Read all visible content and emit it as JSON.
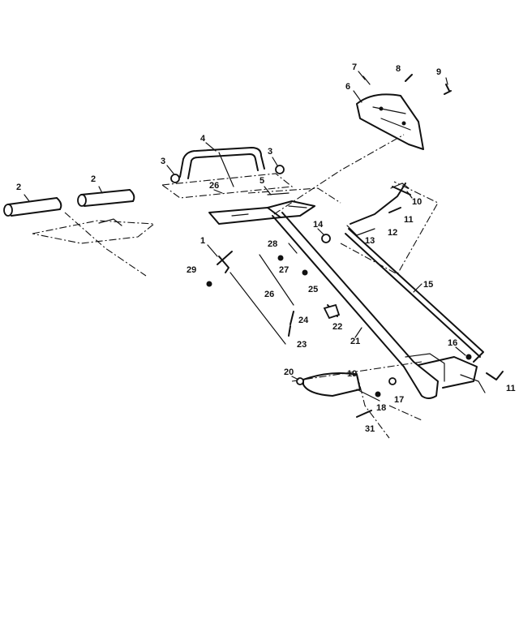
{
  "callouts": [
    {
      "id": "c1",
      "text": "1"
    },
    {
      "id": "c2a",
      "text": "2"
    },
    {
      "id": "c2b",
      "text": "2"
    },
    {
      "id": "c3a",
      "text": "3"
    },
    {
      "id": "c3b",
      "text": "3"
    },
    {
      "id": "c4",
      "text": "4"
    },
    {
      "id": "c5",
      "text": "5"
    },
    {
      "id": "c6",
      "text": "6"
    },
    {
      "id": "c7",
      "text": "7"
    },
    {
      "id": "c8",
      "text": "8"
    },
    {
      "id": "c9",
      "text": "9"
    },
    {
      "id": "c10",
      "text": "10"
    },
    {
      "id": "c11a",
      "text": "11"
    },
    {
      "id": "c11b",
      "text": "11"
    },
    {
      "id": "c12",
      "text": "12"
    },
    {
      "id": "c13",
      "text": "13"
    },
    {
      "id": "c14",
      "text": "14"
    },
    {
      "id": "c15",
      "text": "15"
    },
    {
      "id": "c16",
      "text": "16"
    },
    {
      "id": "c17",
      "text": "17"
    },
    {
      "id": "c18",
      "text": "18"
    },
    {
      "id": "c19",
      "text": "19"
    },
    {
      "id": "c20",
      "text": "20"
    },
    {
      "id": "c21",
      "text": "21"
    },
    {
      "id": "c22",
      "text": "22"
    },
    {
      "id": "c23",
      "text": "23"
    },
    {
      "id": "c24",
      "text": "24"
    },
    {
      "id": "c25",
      "text": "25"
    },
    {
      "id": "c26a",
      "text": "26"
    },
    {
      "id": "c26b",
      "text": "26"
    },
    {
      "id": "c27",
      "text": "27"
    },
    {
      "id": "c28",
      "text": "28"
    },
    {
      "id": "c29",
      "text": "29"
    },
    {
      "id": "c31",
      "text": "31"
    }
  ]
}
